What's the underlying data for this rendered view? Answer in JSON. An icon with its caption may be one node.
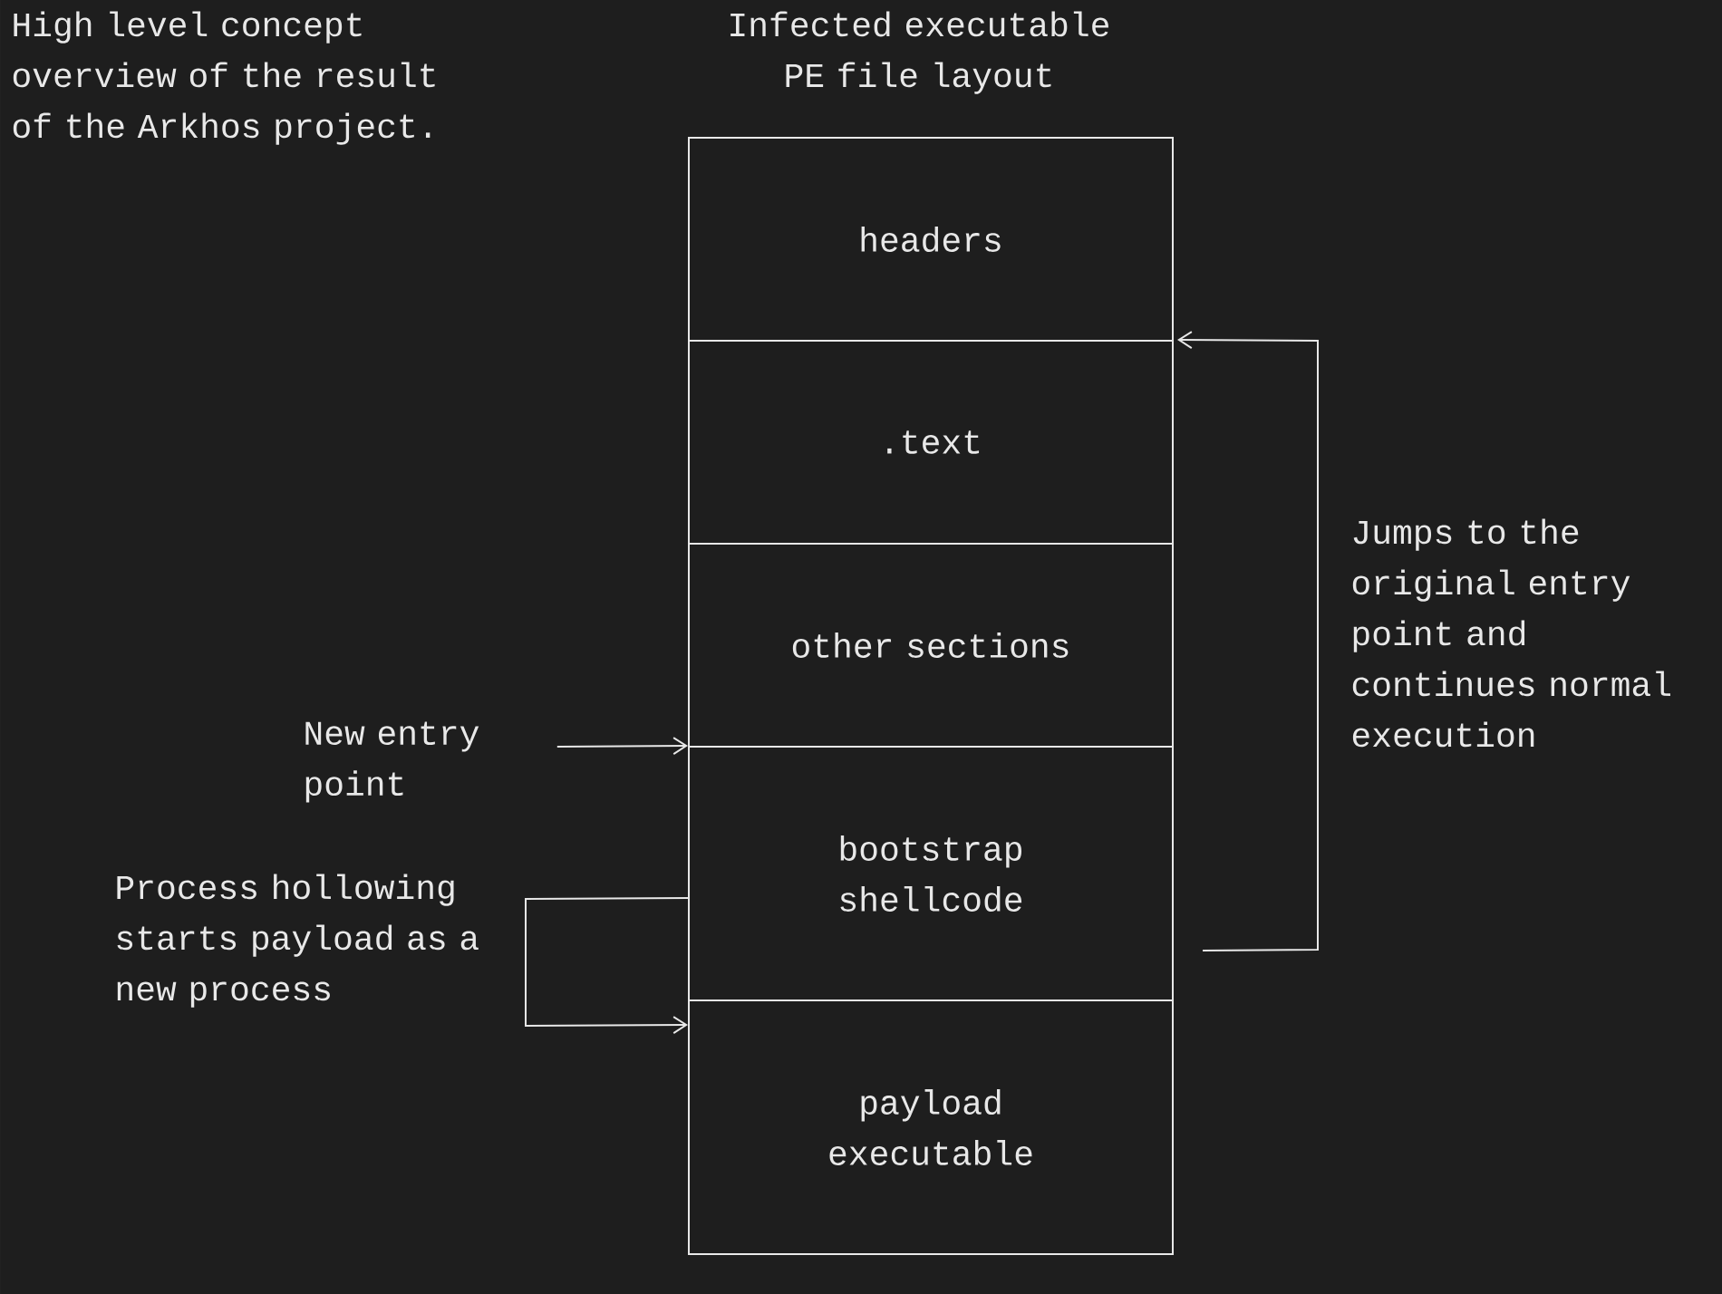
{
  "diagram": {
    "title": "Infected executable PE file layout",
    "nodes": [
      {
        "text": [
          "headers"
        ]
      },
      {
        "text": [
          ".text"
        ]
      },
      {
        "text": [
          "other sections"
        ]
      },
      {
        "text": [
          "bootstrap shellcode"
        ]
      },
      {
        "text": [
          "payload executable"
        ]
      },
      {
        "text": [
          "New entry point"
        ]
      }
    ],
    "edges": [
      {
        "from": 5,
        "to": 3,
        "arrow": "to"
      },
      {
        "from": 3,
        "to": 4,
        "arrow": "to",
        "label": "Process hollowing starts payload as a new process"
      },
      {
        "from": 3,
        "to": 1,
        "arrow": "to",
        "label": "Jumps to the original entry point and continues normal execution"
      }
    ],
    "labels": [
      "High level concept overview of the result of the Arkhos project."
    ]
  }
}
